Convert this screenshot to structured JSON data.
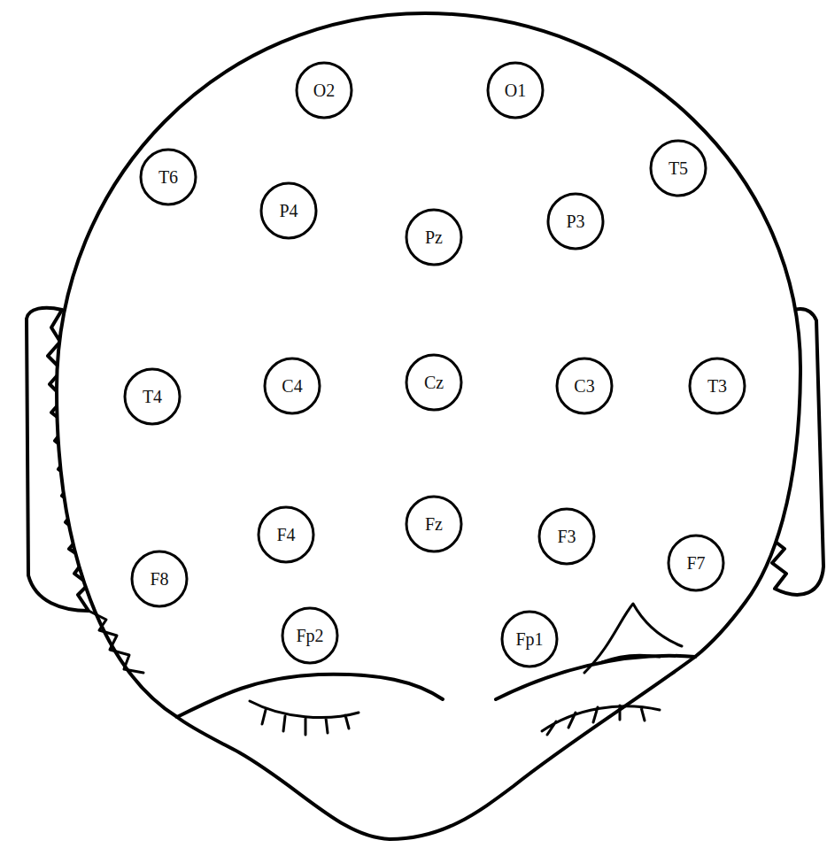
{
  "diagram": {
    "nodes": [
      {
        "text": [
          "O2"
        ]
      },
      {
        "text": [
          "O1"
        ]
      },
      {
        "text": [
          "T6"
        ]
      },
      {
        "text": [
          "P4"
        ]
      },
      {
        "text": [
          "Pz"
        ]
      },
      {
        "text": [
          "P3"
        ]
      },
      {
        "text": [
          "T5"
        ]
      },
      {
        "text": [
          "T4"
        ]
      },
      {
        "text": [
          "C4"
        ]
      },
      {
        "text": [
          "Cz"
        ]
      },
      {
        "text": [
          "C3"
        ]
      },
      {
        "text": [
          "T3"
        ]
      },
      {
        "text": [
          "F8"
        ]
      },
      {
        "text": [
          "F4"
        ]
      },
      {
        "text": [
          "Fz"
        ]
      },
      {
        "text": [
          "F3"
        ]
      },
      {
        "text": [
          "F7"
        ]
      },
      {
        "text": [
          "Fp2"
        ]
      },
      {
        "text": [
          "Fp1"
        ]
      }
    ]
  }
}
